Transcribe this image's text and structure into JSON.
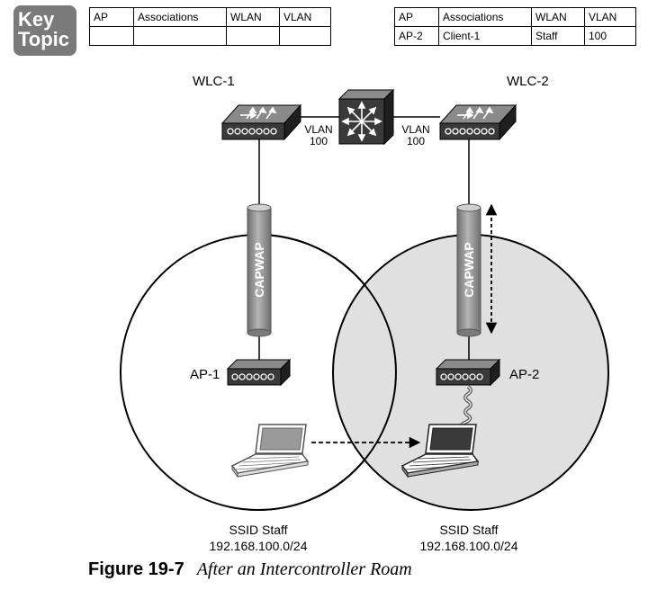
{
  "badge": {
    "line1": "Key",
    "line2": "Topic"
  },
  "tables": {
    "headers": [
      "AP",
      "Associations",
      "WLAN",
      "VLAN"
    ],
    "left": {
      "row": [
        "",
        "",
        "",
        ""
      ]
    },
    "right": {
      "row": [
        "AP-2",
        "Client-1",
        "Staff",
        "100"
      ]
    }
  },
  "diagram": {
    "wlc1": "WLC-1",
    "wlc2": "WLC-2",
    "vlan_left": [
      "VLAN",
      "100"
    ],
    "vlan_right": [
      "VLAN",
      "100"
    ],
    "tunnel_left": "CAPWAP",
    "tunnel_right": "CAPWAP",
    "ap1": "AP-1",
    "ap2": "AP-2",
    "ssid_left": [
      "SSID Staff",
      "192.168.100.0/24"
    ],
    "ssid_right": [
      "SSID Staff",
      "192.168.100.0/24"
    ]
  },
  "caption": {
    "figure": "Figure 19-7",
    "title": "After an Intercontroller Roam"
  },
  "colors": {
    "cell_fill": "#e0e0e0",
    "device_dark": "#3a3a3a",
    "tunnel": "#8c8c8c",
    "badge": "#7a7a7a"
  }
}
